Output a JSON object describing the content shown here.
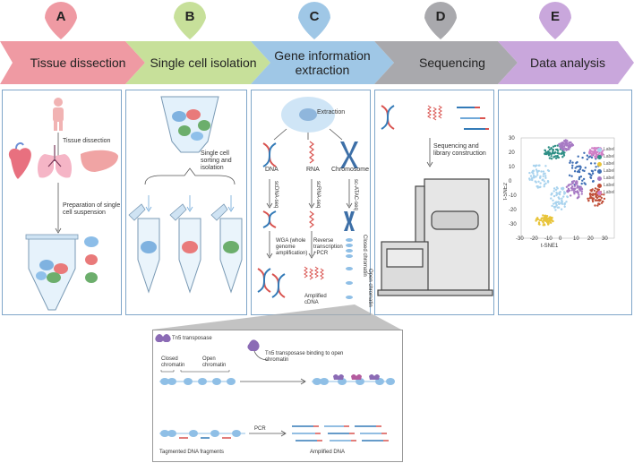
{
  "steps": [
    {
      "letter": "A",
      "title": "Tissue dissection",
      "color": "#ef9aa3",
      "pin": "#ef9aa3"
    },
    {
      "letter": "B",
      "title": "Single cell isolation",
      "color": "#c7e09a",
      "pin": "#c7e09a"
    },
    {
      "letter": "C",
      "title": "Gene information extraction",
      "color": "#9fc7e6",
      "pin": "#9fc7e6"
    },
    {
      "letter": "D",
      "title": "Sequencing",
      "color": "#a9a9ad",
      "pin": "#a9a9ad"
    },
    {
      "letter": "E",
      "title": "Data analysis",
      "color": "#c9a7dc",
      "pin": "#c9a7dc"
    }
  ],
  "panel_a": {
    "tissue_dissection": "Tissue dissection",
    "preparation": "Preparation of single cell suspension"
  },
  "panel_b": {
    "sorting": "Single cell sorting and isolation"
  },
  "panel_c": {
    "extraction": "Extraction",
    "dna": "DNA",
    "rna": "RNA",
    "chromosome": "Chromosome",
    "scdna_seq": "scDNA-seq",
    "scrna_seq": "scRNA-seq",
    "scatac_seq": "sc-ATAC-seq",
    "wga": "WGA (whole genome amplification)",
    "reverse": "Reverse transcription +PCR",
    "closed": "Closed chromatin",
    "open": "Open chromatin",
    "amplified_cdna": "Amplified cDNA"
  },
  "panel_d": {
    "seq_lib": "Sequencing and library construction"
  },
  "panel_e": {
    "x_axis_title": "t-SNE1",
    "y_axis_title": "t-SNE2",
    "x_ticks": [
      "-30",
      "-20",
      "-10",
      "0",
      "10",
      "20",
      "30"
    ],
    "y_ticks": [
      "30",
      "20",
      "10",
      "0",
      "-10",
      "-20",
      "-30"
    ],
    "legend": [
      {
        "label": "Label",
        "color": "#a9d3ee"
      },
      {
        "label": "Label",
        "color": "#2f8f86"
      },
      {
        "label": "Label",
        "color": "#e8c43a"
      },
      {
        "label": "Label",
        "color": "#3f6fb5"
      },
      {
        "label": "Label",
        "color": "#a77ac4"
      },
      {
        "label": "Label",
        "color": "#c0503a"
      },
      {
        "label": "Label",
        "color": "#d07fc6"
      }
    ]
  },
  "inset": {
    "tn5_label": "Tn5 transposase",
    "closed": "Closed chromatin",
    "open": "Open chromatin",
    "binding": "Tn5 transposase binding to open chromatin",
    "pcr": "PCR",
    "tagmented": "Tagmented DNA fragments",
    "amplified_dna": "Amplified DNA"
  }
}
